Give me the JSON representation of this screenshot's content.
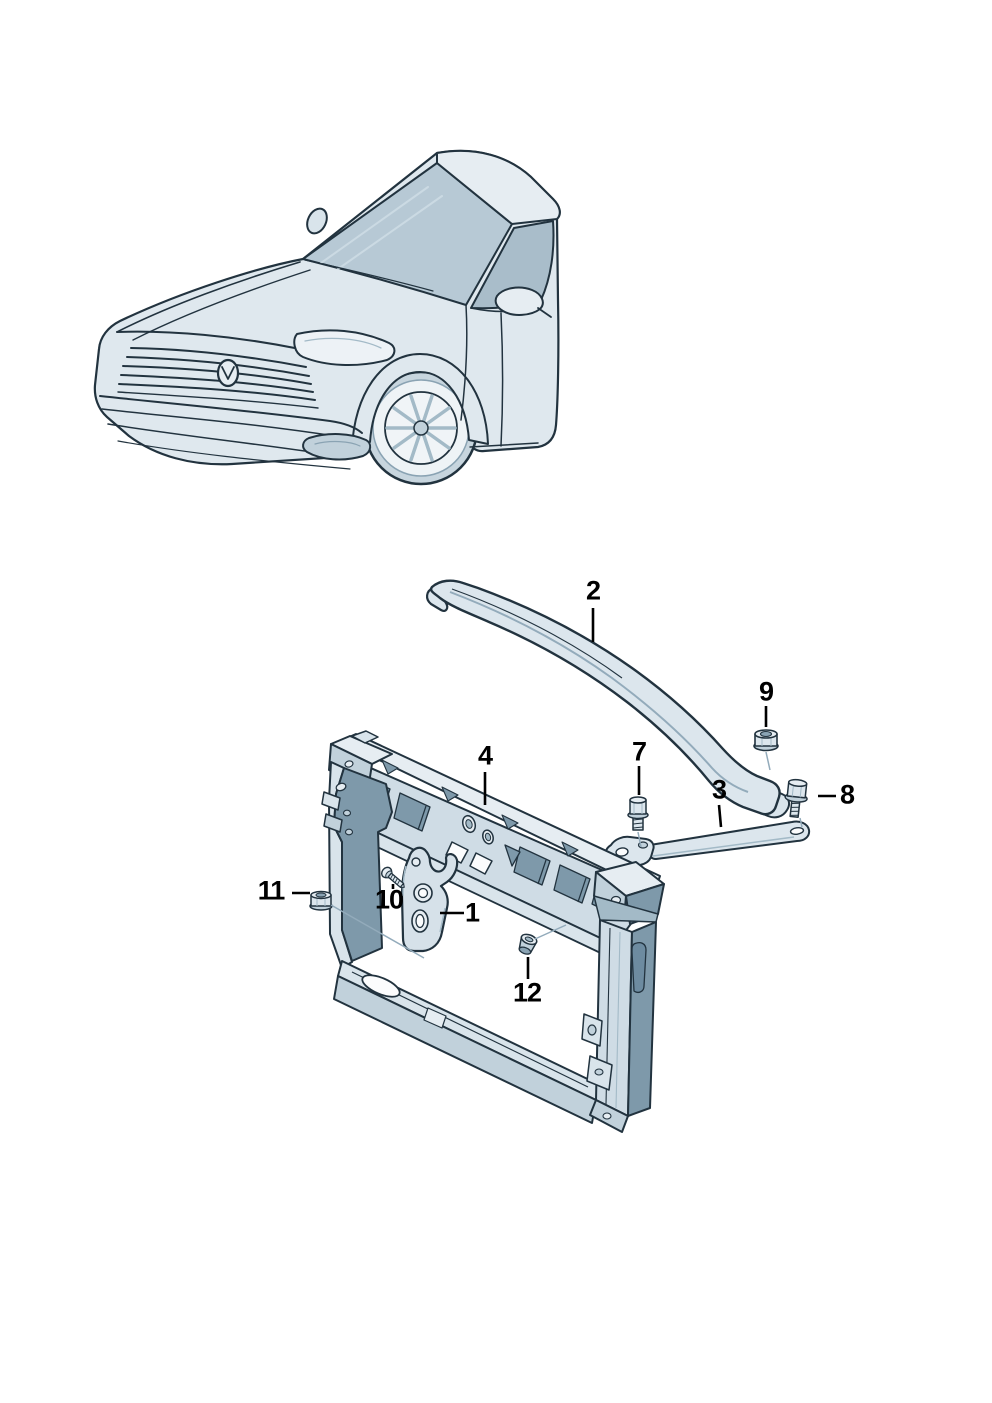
{
  "diagram": {
    "background": "#ffffff",
    "outline_color": "#22333f",
    "part_fill_light": "#dce6ed",
    "part_fill_medium": "#a3bac7",
    "part_fill_dark": "#7e99aa",
    "callout_leader_color": "#000000",
    "thin_leader_color": "#93abbb",
    "callouts": [
      {
        "label": "1"
      },
      {
        "label": "2"
      },
      {
        "label": "3"
      },
      {
        "label": "4"
      },
      {
        "label": "7"
      },
      {
        "label": "8"
      },
      {
        "label": "9"
      },
      {
        "label": "10"
      },
      {
        "label": "11"
      },
      {
        "label": "12"
      }
    ]
  }
}
